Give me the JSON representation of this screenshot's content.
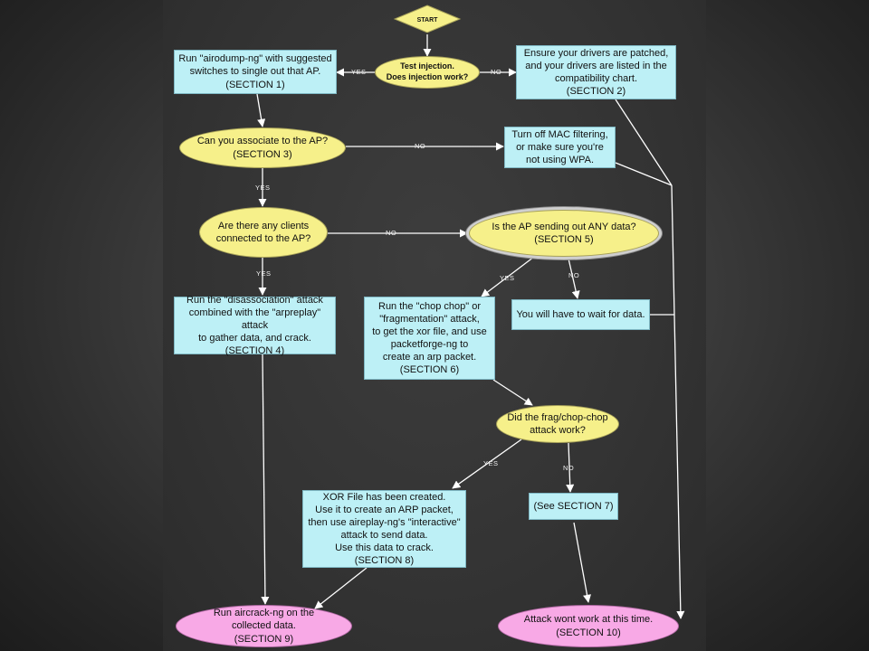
{
  "start": "START",
  "nodes": {
    "test_injection": "Test injection.\nDoes injection work?",
    "run_airodump": "Run \"airodump-ng\" with suggested\nswitches to single out that AP.\n(SECTION 1)",
    "ensure_drivers": "Ensure your drivers are patched,\nand your drivers are listed in the\ncompatibility chart.\n(SECTION 2)",
    "associate": "Can you associate to the AP?\n(SECTION 3)",
    "mac_filtering": "Turn off MAC filtering,\nor make sure you're\nnot using WPA.",
    "clients": "Are there any clients\nconnected to the AP?",
    "ap_sending": "Is the AP sending out ANY data?\n(SECTION 5)",
    "disassociation": "Run the \"disassociation\" attack\ncombined with the \"arpreplay\" attack\nto gather data, and crack.\n(SECTION 4)",
    "chopchop": "Run the \"chop chop\" or\n\"fragmentation\" attack,\nto get the xor file, and use\npacketforge-ng to\ncreate an arp packet.\n(SECTION 6)",
    "wait_data": "You will have to wait for data.",
    "frag_work": "Did the frag/chop-chop\nattack work?",
    "xor_created": "XOR File has been created.\nUse it to create an ARP packet,\nthen use aireplay-ng's \"interactive\"\nattack to send data.\nUse this data to crack.\n(SECTION 8)",
    "see_section7": "(See SECTION 7)",
    "aircrack": "Run aircrack-ng on the\ncollected data.\n(SECTION 9)",
    "attack_wont": "Attack wont work at this time.\n(SECTION 10)"
  },
  "edge_labels": {
    "yes": "YES",
    "no": "NO"
  },
  "colors": {
    "process": "#bdf0f6",
    "decision": "#f6f08a",
    "terminal": "#f8a9e6",
    "connector": "#ffffff"
  }
}
